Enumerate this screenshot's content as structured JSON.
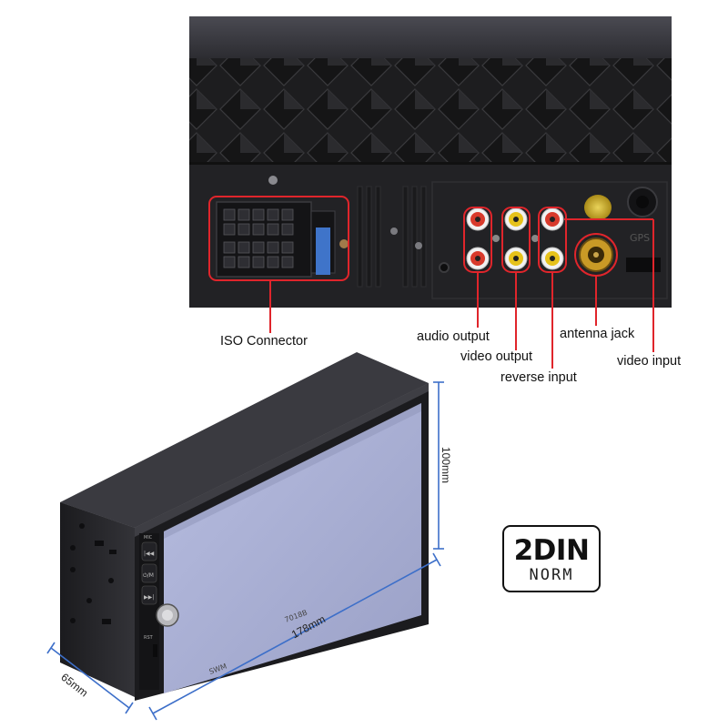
{
  "labels": {
    "iso_connector": "ISO Connector",
    "audio_output": "audio output",
    "video_output": "video output",
    "reverse_input": "reverse input",
    "antenna_jack": "antenna jack",
    "video_input": "video input"
  },
  "dimensions": {
    "height": "100mm",
    "width": "178mm",
    "depth": "65mm"
  },
  "badge": {
    "main": "2DIN",
    "sub": "NORM"
  },
  "panel_marks": {
    "gps": "GPS",
    "model": "7018B",
    "brand": "SWM",
    "button_labels": [
      "MIC",
      "RST",
      "|◀◀",
      "⏻/M",
      "▶▶|"
    ]
  },
  "colors": {
    "callout_red": "#e0252b",
    "dimension_blue": "#3d6fc9",
    "rca_red": "#d83a2c",
    "rca_yellow": "#e6c21a",
    "screen": "#a9afd2",
    "unit_body": "#2a2a2e"
  },
  "icons": {
    "badge": "2din-badge",
    "device_back": "head-unit-rear-panel",
    "device_front": "head-unit-front-view"
  }
}
